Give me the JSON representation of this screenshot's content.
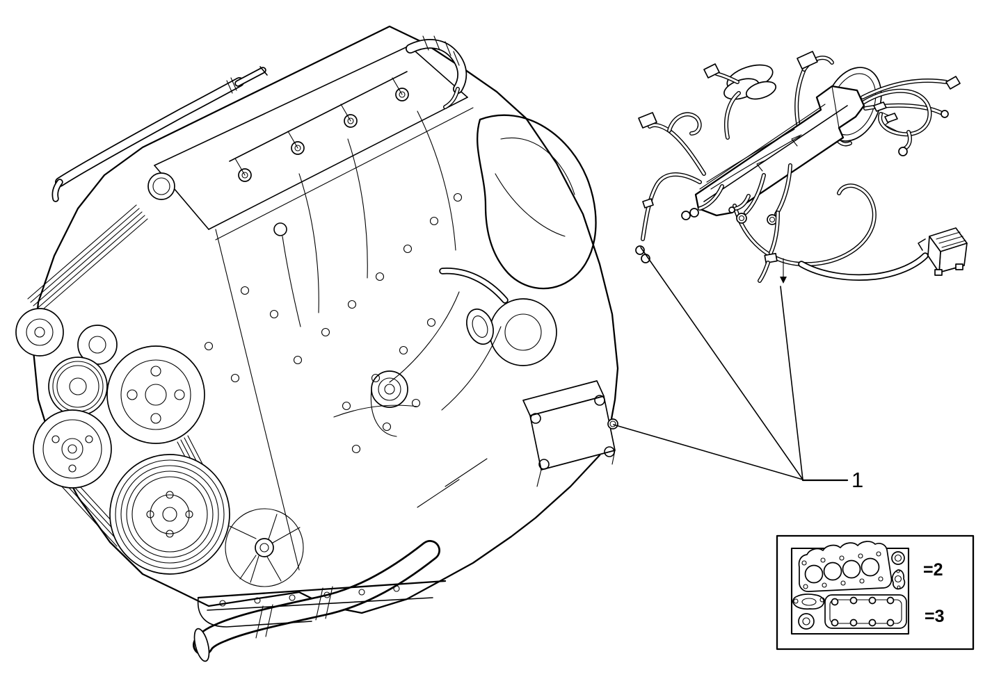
{
  "page": {
    "type": "parts-catalog-figure",
    "background_color": "#ffffff",
    "ink_color": "#000000"
  },
  "illustrations": {
    "engine": "engine-assembly-line-art",
    "harness": "engine-wiring-harness-line-art",
    "inset": "gasket-kit-line-art"
  },
  "callouts": {
    "part1": {
      "label": "1"
    },
    "variant2": {
      "label": "=2"
    },
    "variant3": {
      "label": "=3"
    }
  }
}
